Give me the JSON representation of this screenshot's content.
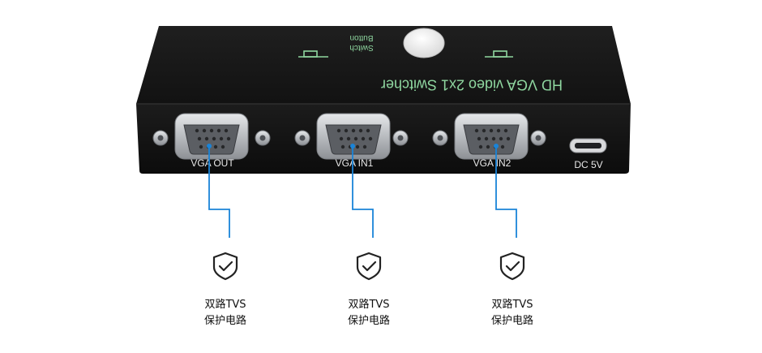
{
  "device": {
    "title": "HD VGA video 2x1 Switcher",
    "switch_label_line1": "Switch",
    "switch_label_line2": "Button",
    "ports": [
      {
        "label": "VGA OUT"
      },
      {
        "label": "VGA IN1"
      },
      {
        "label": "VGA IN2"
      }
    ],
    "power_label": "DC 5V"
  },
  "features": [
    {
      "line1": "双路TVS",
      "line2": "保护电路",
      "icon": "shield-check-icon"
    },
    {
      "line1": "双路TVS",
      "line2": "保护电路",
      "icon": "shield-check-icon"
    },
    {
      "line1": "双路TVS",
      "line2": "保护电路",
      "icon": "shield-check-icon"
    }
  ],
  "colors": {
    "body": "#141414",
    "silk_green": "#8fd7a0",
    "pointer_blue": "#1a84d8",
    "port_metal": "#c9ccd0"
  }
}
